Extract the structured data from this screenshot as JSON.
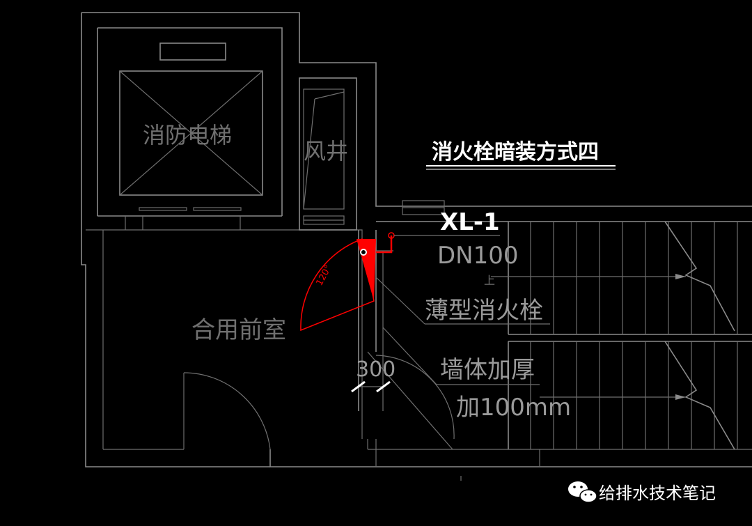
{
  "title": "消火栓暗装方式四",
  "rooms": {
    "elevator": "消防电梯",
    "shaft": "风井",
    "lobby": "合用前室"
  },
  "labels": {
    "riser": "XL-1",
    "diameter": "DN100",
    "up": "上",
    "hydrant": "薄型消火栓",
    "wall": "墙体加厚",
    "wall_add": "加100mm",
    "dim_300": "300",
    "angle": "120°"
  },
  "watermark": "给排水技术笔记",
  "colors": {
    "background": "#000000",
    "line": "#8a8a8a",
    "hydrant": "#ff0000",
    "title": "#ffffff"
  }
}
